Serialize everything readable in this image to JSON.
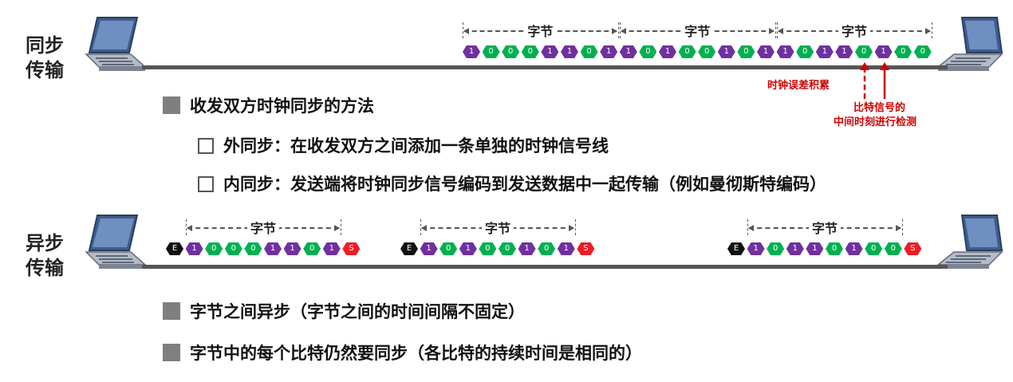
{
  "sync": {
    "label_line1": "同步",
    "label_line2": "传输",
    "byte_label": "字节",
    "bits": [
      [
        "1",
        "p"
      ],
      [
        "0",
        "g"
      ],
      [
        "0",
        "g"
      ],
      [
        "0",
        "g"
      ],
      [
        "1",
        "p"
      ],
      [
        "1",
        "p"
      ],
      [
        "0",
        "g"
      ],
      [
        "1",
        "p"
      ],
      [
        "1",
        "p"
      ],
      [
        "0",
        "g"
      ],
      [
        "1",
        "p"
      ],
      [
        "0",
        "g"
      ],
      [
        "0",
        "g"
      ],
      [
        "1",
        "p"
      ],
      [
        "0",
        "g"
      ],
      [
        "1",
        "p"
      ],
      [
        "1",
        "p"
      ],
      [
        "0",
        "g"
      ],
      [
        "1",
        "p"
      ],
      [
        "1",
        "p"
      ],
      [
        "0",
        "g"
      ],
      [
        "1",
        "p"
      ],
      [
        "0",
        "g"
      ],
      [
        "0",
        "g"
      ]
    ],
    "clock_error_label": "时钟误差积累",
    "sample_label_line1": "比特信号的",
    "sample_label_line2": "中间时刻进行检测",
    "method_title": "收发双方时钟同步的方法",
    "external_sync": "外同步：在收发双方之间添加一条单独的时钟信号线",
    "internal_sync": "内同步：发送端将时钟同步信号编码到发送数据中一起传输（例如曼彻斯特编码）"
  },
  "async": {
    "label_line1": "异步",
    "label_line2": "传输",
    "byte_label": "字节",
    "start_bit": "E",
    "stop_bit": "S",
    "frames": [
      [
        "1",
        "0",
        "0",
        "0",
        "1",
        "1",
        "0",
        "1"
      ],
      [
        "1",
        "0",
        "1",
        "0",
        "0",
        "1",
        "0",
        "1"
      ],
      [
        "1",
        "0",
        "1",
        "1",
        "0",
        "1",
        "0",
        "0"
      ]
    ],
    "point1": "字节之间异步（字节之间的时间间隔不固定）",
    "point2": "字节中的每个比特仍然要同步（各比特的持续时间是相同的）"
  },
  "colors": {
    "one": "#7030a0",
    "zero": "#00b050",
    "start": "#111111",
    "stop": "#ee1c25",
    "annotation": "#d00000"
  }
}
